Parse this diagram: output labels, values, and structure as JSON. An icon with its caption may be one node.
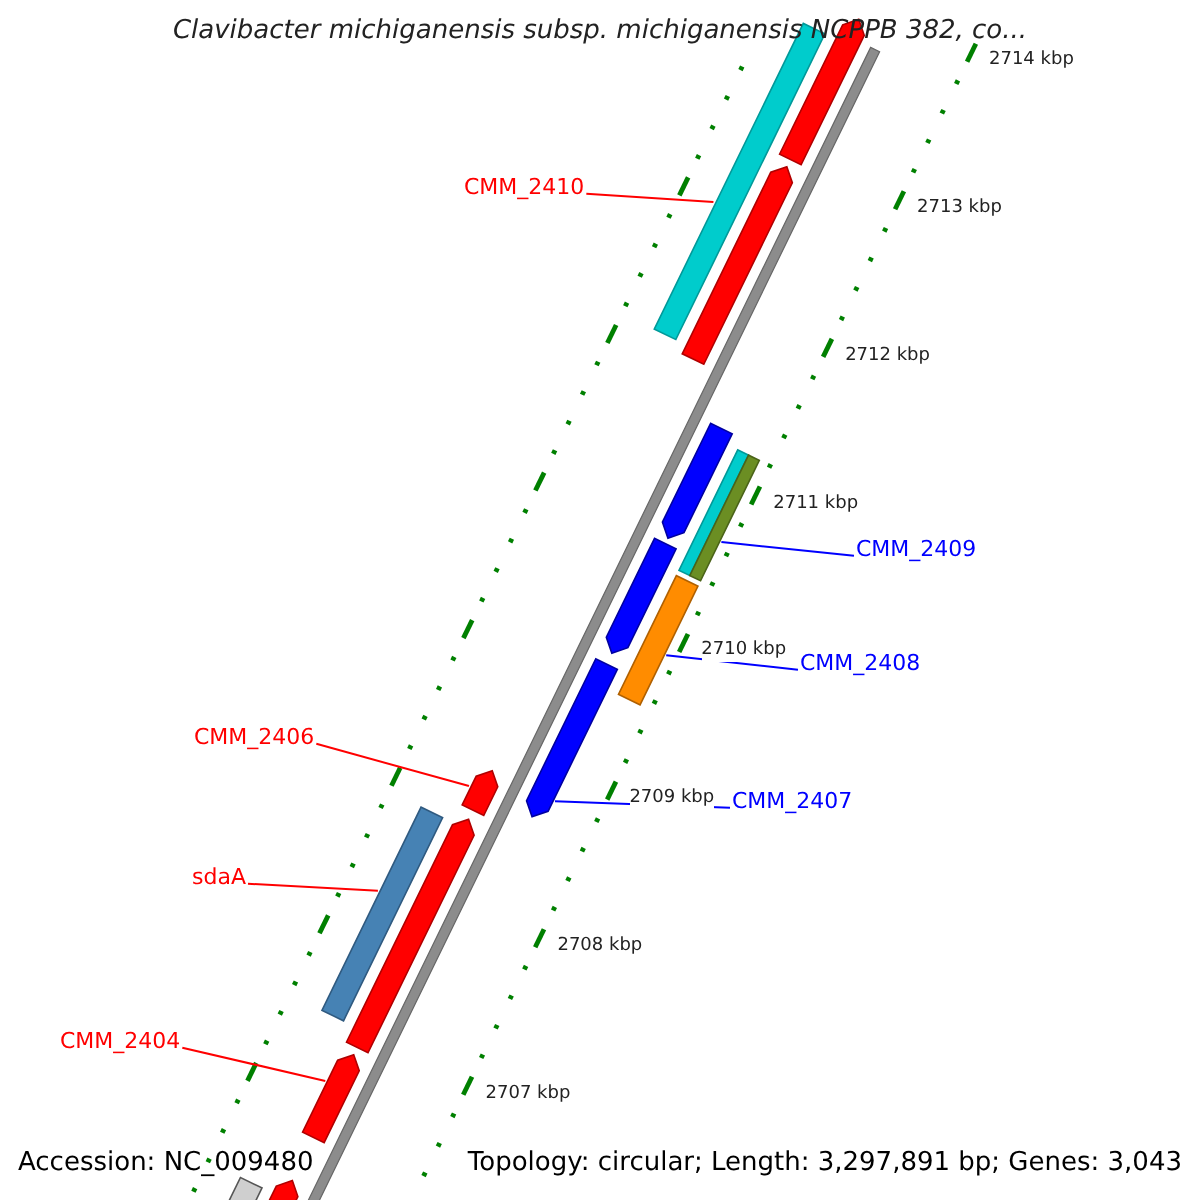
{
  "diagram": {
    "title": "Clavibacter michiganensis subsp. michiganensis NCPPB 382, co...",
    "nodes": [
      {
        "text": [],
        "shape": "bar"
      },
      {
        "text": [],
        "shape": "arrow"
      },
      {
        "text": [
          "CMM_2410"
        ]
      },
      {
        "text": [],
        "shape": "arrow"
      },
      {
        "text": [],
        "shape": "arrow"
      },
      {
        "text": [],
        "shape": "bar"
      },
      {
        "text": [],
        "shape": "bar"
      },
      {
        "text": [
          "CMM_2409"
        ]
      },
      {
        "text": [],
        "shape": "arrow"
      },
      {
        "text": [],
        "shape": "bar"
      },
      {
        "text": [
          "CMM_2408"
        ]
      },
      {
        "text": [
          "CMM_2406"
        ]
      },
      {
        "text": [],
        "shape": "arrow"
      },
      {
        "text": [
          "CMM_2407"
        ]
      },
      {
        "text": [],
        "shape": "arrow"
      },
      {
        "text": [],
        "shape": "arrow"
      },
      {
        "text": [],
        "shape": "bar"
      },
      {
        "text": [
          "sdaA"
        ]
      },
      {
        "text": [
          "CMM_2404"
        ]
      },
      {
        "text": [],
        "shape": "arrow"
      },
      {
        "text": [],
        "shape": "bar"
      },
      {
        "text": [],
        "shape": "arrow"
      }
    ],
    "edges": [
      {
        "from": 2,
        "to": 0,
        "arrow": "none"
      },
      {
        "from": 7,
        "to": 6,
        "arrow": "none",
        "color": "#0000ff"
      },
      {
        "from": 10,
        "to": 9,
        "arrow": "none",
        "color": "#0000ff"
      },
      {
        "from": 11,
        "to": 14,
        "arrow": "none"
      },
      {
        "from": 13,
        "to": 12,
        "arrow": "none",
        "color": "#0000ff"
      },
      {
        "from": 17,
        "to": 16,
        "arrow": "none"
      },
      {
        "from": 18,
        "to": 19,
        "arrow": "none"
      }
    ],
    "labels": [
      "2714 kbp",
      "2713 kbp",
      "2712 kbp",
      "2711 kbp",
      "2710 kbp",
      "2709 kbp",
      "2708 kbp",
      "2707 kbp",
      "Accession: NC_009480",
      "Topology: circular; Length: 3,297,891 bp; Genes: 3,043"
    ]
  }
}
